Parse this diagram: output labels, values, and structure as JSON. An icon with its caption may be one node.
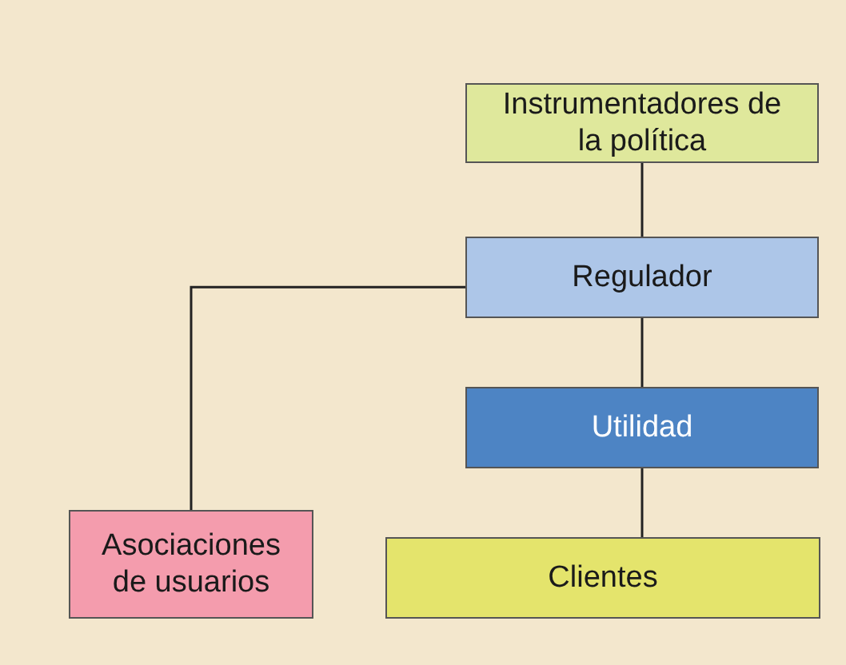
{
  "diagram": {
    "nodes": [
      {
        "text": [
          "Instrumentadores de la política"
        ]
      },
      {
        "text": [
          "Regulador"
        ]
      },
      {
        "text": [
          "Utilidad"
        ]
      },
      {
        "text": [
          "Asociaciones de usuarios"
        ]
      },
      {
        "text": [
          "Clientes"
        ]
      }
    ],
    "edges": [
      {
        "from": 0,
        "to": 1,
        "arrow": "none"
      },
      {
        "from": 1,
        "to": 2,
        "arrow": "none"
      },
      {
        "from": 2,
        "to": 4,
        "arrow": "none"
      },
      {
        "from": 1,
        "to": 3,
        "arrow": "none"
      }
    ]
  }
}
